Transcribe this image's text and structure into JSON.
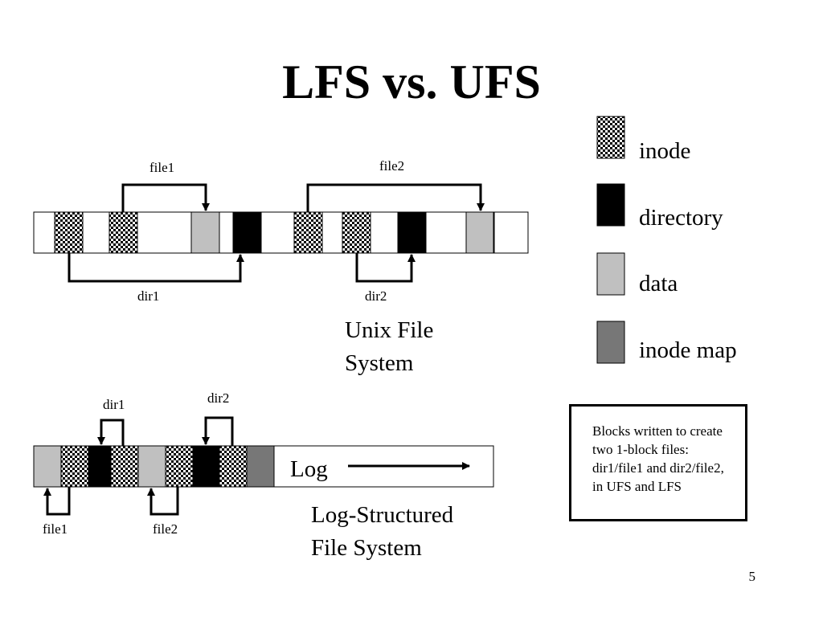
{
  "title": "LFS vs. UFS",
  "legend": [
    {
      "label": "inode",
      "icon": "inode-block-icon",
      "color": "checkerboard"
    },
    {
      "label": "directory",
      "icon": "directory-block-icon",
      "color": "#000000"
    },
    {
      "label": "data",
      "icon": "data-block-icon",
      "color": "#c0c0c0"
    },
    {
      "label": "inode map",
      "icon": "inode-map-block-icon",
      "color": "#777777"
    }
  ],
  "ufs": {
    "caption_line1": "Unix File",
    "caption_line2": "System",
    "labels": {
      "file1": "file1",
      "file2": "file2",
      "dir1": "dir1",
      "dir2": "dir2"
    }
  },
  "lfs": {
    "caption_line1": "Log-Structured",
    "caption_line2": "File System",
    "log_label": "Log",
    "labels": {
      "file1": "file1",
      "file2": "file2",
      "dir1": "dir1",
      "dir2": "dir2"
    }
  },
  "note": "Blocks written to create two 1-block files: dir1/file1 and dir2/file2, in UFS and LFS",
  "page_number": "5"
}
